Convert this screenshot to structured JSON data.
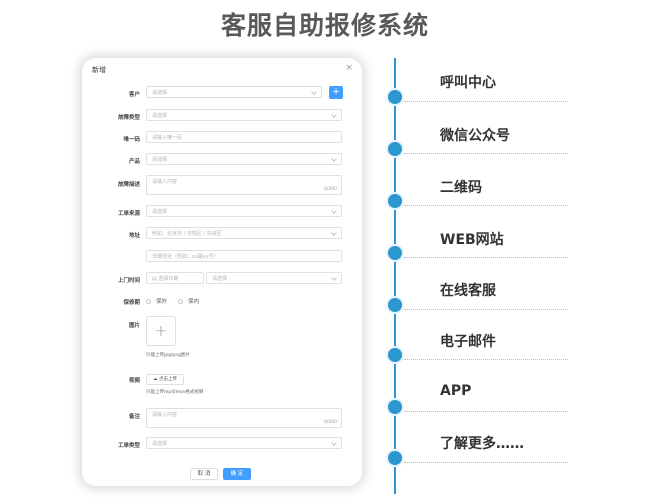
{
  "page_title": "客服自助报修系统",
  "form": {
    "title": "新增",
    "close": "×",
    "customer": {
      "label": "客户",
      "placeholder": "请选择",
      "add": "+"
    },
    "repair_type": {
      "label": "故障类型",
      "placeholder": "请选择"
    },
    "unique_code": {
      "label": "唯一码",
      "placeholder": "请输入唯一码"
    },
    "product": {
      "label": "产品",
      "placeholder": "请选择"
    },
    "fault_desc": {
      "label": "故障描述",
      "placeholder": "请输入内容",
      "counter": "0/200"
    },
    "order_source": {
      "label": "工单来源",
      "placeholder": "请选择"
    },
    "address": {
      "label": "地址",
      "placeholder": "例如：北京市 / 市辖区 / 东城区",
      "detail_placeholder": "详细地址（例如：xx路xx号）"
    },
    "visit_time": {
      "label": "上门时间",
      "date_placeholder": "选择日期",
      "select_placeholder": "请选择"
    },
    "warranty": {
      "label": "保修期",
      "option_out": "保外",
      "option_in": "保内"
    },
    "images": {
      "label": "图片",
      "plus": "+",
      "hint": "只能上传jpg/png图片"
    },
    "video": {
      "label": "视频",
      "button": "点击上传",
      "hint": "只能上传mp4/mov格式视频"
    },
    "remark": {
      "label": "备注",
      "placeholder": "请输入内容",
      "counter": "0/200"
    },
    "work_type": {
      "label": "工单类型",
      "placeholder": "请选择"
    },
    "cancel": "取 消",
    "confirm": "确 定"
  },
  "channels": [
    {
      "label": "呼叫中心"
    },
    {
      "label": "微信公众号"
    },
    {
      "label": "二维码"
    },
    {
      "label": "WEB网站"
    },
    {
      "label": "在线客服"
    },
    {
      "label": "电子邮件"
    },
    {
      "label": "APP"
    },
    {
      "label": "了解更多……"
    }
  ],
  "colors": {
    "accent": "#409eff",
    "timeline": "#2b96d0"
  }
}
